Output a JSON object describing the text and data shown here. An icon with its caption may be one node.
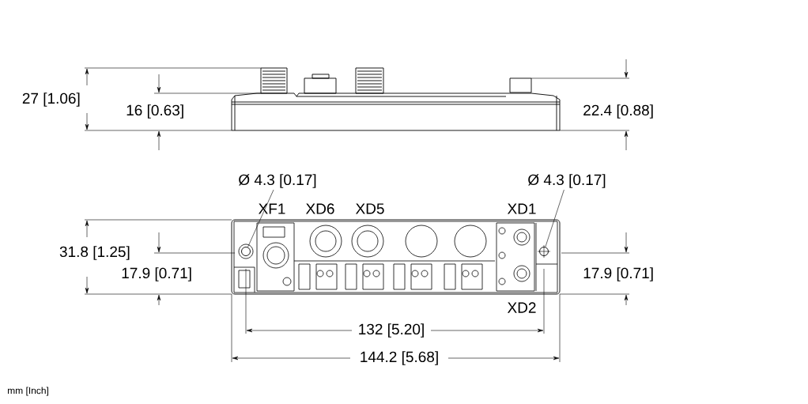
{
  "diagram": {
    "nodes": [
      {
        "text": [
          "Ø 4.3 [0.17]"
        ]
      },
      {
        "text": [],
        "shape": "circle"
      },
      {
        "text": [
          "Ø 4.3 [0.17]"
        ]
      },
      {
        "text": [],
        "shape": "circle"
      }
    ],
    "edges": [
      {
        "from": 0,
        "to": 1,
        "arrow": "none"
      },
      {
        "from": 2,
        "to": 3,
        "arrow": "none"
      }
    ],
    "labels": [
      "27 [1.06]",
      "16 [0.63]",
      "22.4 [0.88]",
      "XF1",
      "XD6",
      "XD5",
      "XD1",
      "31.8 [1.25]",
      "17.9 [0.71]",
      "17.9 [0.71]",
      "XD2",
      "132 [5.20]",
      "144.2 [5.68]",
      "mm [Inch]"
    ]
  }
}
